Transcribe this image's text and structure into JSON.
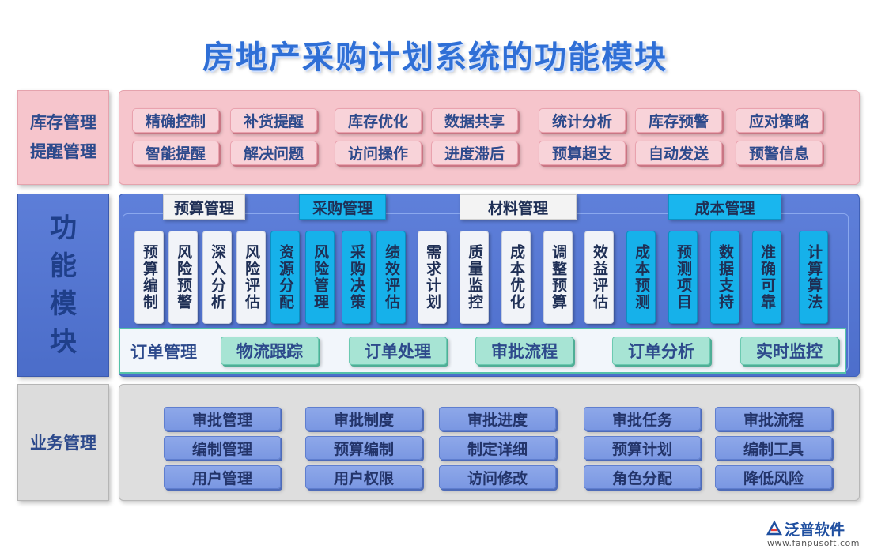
{
  "title": "房地产采购计划系统的功能模块",
  "left_labels": {
    "inventory": [
      "库存管理",
      "提醒管理"
    ],
    "function": [
      "功",
      "能",
      "模",
      "块"
    ],
    "business": "业务管理"
  },
  "inventory_chips": [
    "精确控制",
    "补货提醒",
    "库存优化",
    "数据共享",
    "统计分析",
    "库存预警",
    "应对策略",
    "智能提醒",
    "解决问题",
    "访问操作",
    "进度滞后",
    "预算超支",
    "自动发送",
    "预警信息"
  ],
  "categories": [
    "预算管理",
    "采购管理",
    "材料管理",
    "成本管理"
  ],
  "function_tiles": [
    "预算编制",
    "风险预警",
    "深入分析",
    "风险评估",
    "资源分配",
    "风险管理",
    "采购决策",
    "绩效评估",
    "需求计划",
    "质量监控",
    "成本优化",
    "调整预算",
    "效益评估",
    "成本预测",
    "预测项目",
    "数据支持",
    "准确可靠",
    "计算算法"
  ],
  "order": {
    "label": "订单管理",
    "items": [
      "物流跟踪",
      "订单处理",
      "审批流程",
      "订单分析",
      "实时监控"
    ]
  },
  "business_chips": [
    "审批管理",
    "审批制度",
    "审批进度",
    "审批任务",
    "审批流程",
    "编制管理",
    "预算编制",
    "制定详细",
    "预算计划",
    "编制工具",
    "用户管理",
    "用户权限",
    "访问修改",
    "角色分配",
    "降低风险"
  ],
  "logo": {
    "name": "泛普软件",
    "url": "www.fanpusoft.com"
  },
  "colors": {
    "title": "#2f6fd6",
    "pink": "#f6c5cc",
    "blue": "#5f80da",
    "cyan": "#19b6ee",
    "teal": "#a7e4d4"
  }
}
